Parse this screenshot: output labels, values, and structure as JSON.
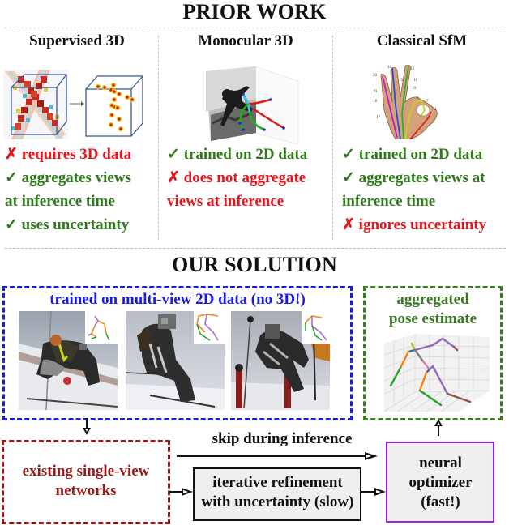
{
  "prior_work": {
    "title": "PRIOR WORK",
    "columns": [
      {
        "title": "Supervised 3D",
        "image": "voxel-volume-to-3d-keypoints",
        "points": [
          {
            "icon": "cross-icon",
            "glyph": "✗",
            "text": "requires 3D data",
            "status": "negative",
            "color": "#e8141c"
          },
          {
            "icon": "check-icon",
            "glyph": "✓",
            "text": "aggregates views",
            "status": "positive",
            "color": "#2e7a1a"
          },
          {
            "icon": "",
            "glyph": "",
            "text": "at inference time",
            "status": "positive",
            "color": "#2e7a1a"
          },
          {
            "icon": "check-icon",
            "glyph": "✓",
            "text": "uses uncertainty",
            "status": "positive",
            "color": "#2e7a1a"
          }
        ]
      },
      {
        "title": "Monocular 3D",
        "image": "monocular-skier-3d-pose",
        "points": [
          {
            "icon": "check-icon",
            "glyph": "✓",
            "text": "trained on 2D data",
            "status": "positive",
            "color": "#2e7a1a"
          },
          {
            "icon": "cross-icon",
            "glyph": "✗",
            "text": "does not aggregate",
            "status": "negative",
            "color": "#e8141c"
          },
          {
            "icon": "",
            "glyph": "",
            "text": "views at inference",
            "status": "negative",
            "color": "#e8141c"
          }
        ]
      },
      {
        "title": "Classical SfM",
        "image": "hand-keypoints-ok-gesture",
        "points": [
          {
            "icon": "check-icon",
            "glyph": "✓",
            "text": "trained on 2D data",
            "status": "positive",
            "color": "#2e7a1a"
          },
          {
            "icon": "check-icon",
            "glyph": "✓",
            "text": "aggregates views at",
            "status": "positive",
            "color": "#2e7a1a"
          },
          {
            "icon": "",
            "glyph": "",
            "text": "inference time",
            "status": "positive",
            "color": "#2e7a1a"
          },
          {
            "icon": "cross-icon",
            "glyph": "✗",
            "text": "ignores uncertainty",
            "status": "negative",
            "color": "#e8141c"
          }
        ]
      }
    ]
  },
  "our_solution": {
    "title": "OUR SOLUTION",
    "training_box": {
      "label": "trained on multi-view 2D data (no 3D!)",
      "color": "#1a1ae6",
      "images": [
        "skier-view-1",
        "skier-view-2",
        "skier-view-3"
      ]
    },
    "output_box": {
      "label_line1": "aggregated",
      "label_line2": "pose estimate",
      "color": "#3c7a26",
      "image": "3d-pose-plot"
    },
    "existing_box": {
      "label_line1": "existing single-view",
      "label_line2": "networks",
      "color": "#9a1a1a"
    },
    "skip_label": "skip during inference",
    "refinement_box": {
      "label_line1": "iterative refinement",
      "label_line2": "with uncertainty (slow)",
      "color": "#111111"
    },
    "optimizer_box": {
      "label_line1": "neural",
      "label_line2": "optimizer",
      "label_line3": "(fast!)",
      "border_color": "#a21ee8"
    }
  },
  "colors": {
    "positive": "#2e7a1a",
    "negative": "#e8141c",
    "divider": "#bdbdbd"
  }
}
